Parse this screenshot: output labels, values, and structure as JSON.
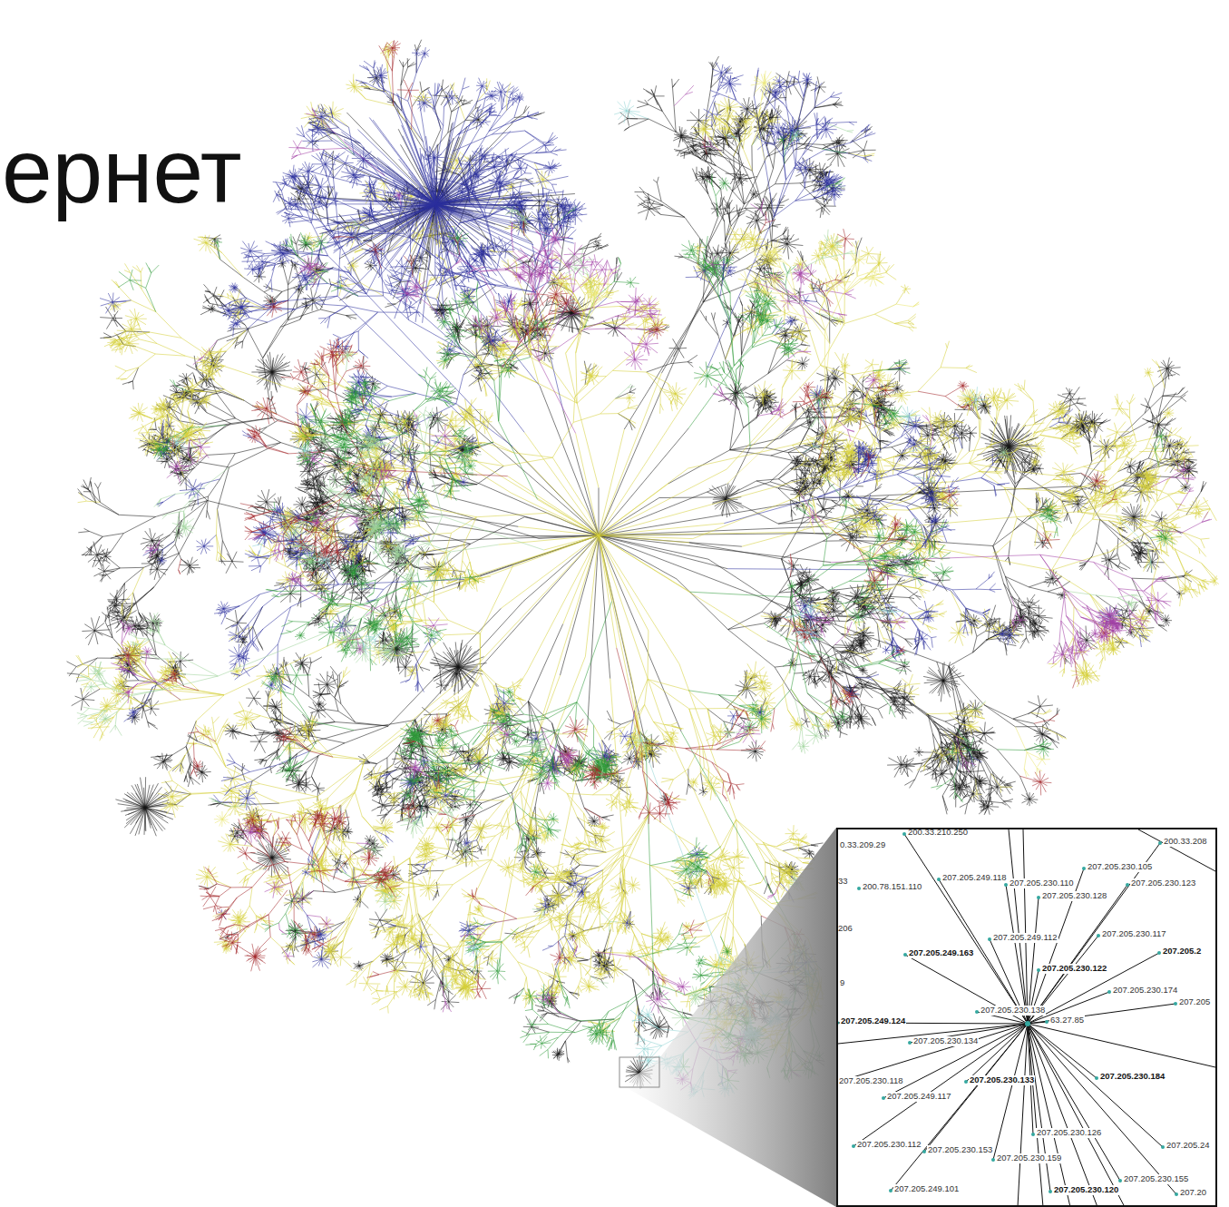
{
  "diagram": {
    "title": "ернет",
    "labels": [
      "0.33.209.29",
      "200.33.210.250",
      "200.33.208",
      "33",
      "200.78.151.110",
      "207.205.249.118",
      "207.205.230.110",
      "207.205.230.105",
      "207.205.230.123",
      "207.205.230.128",
      "206",
      "207.205.249.112",
      "207.205.230.117",
      "207.205.249.163",
      "207.205.230.122",
      "207.205.2",
      "9",
      "207.205.230.174",
      "207.205",
      "207.205.249.124",
      "207.205.230.138",
      "63.27.85",
      "207.205.230.134",
      "207.205.230.118",
      "207.205.230.133",
      "207.205.230.184",
      "207.205.249.117",
      "207.205.230.126",
      "207.205.24",
      "207.205.230.112",
      "207.205.230.153",
      "207.205.230.159",
      "207.205.230.155",
      "207.20",
      "207.205.249.101",
      "207.205.230.120"
    ]
  }
}
